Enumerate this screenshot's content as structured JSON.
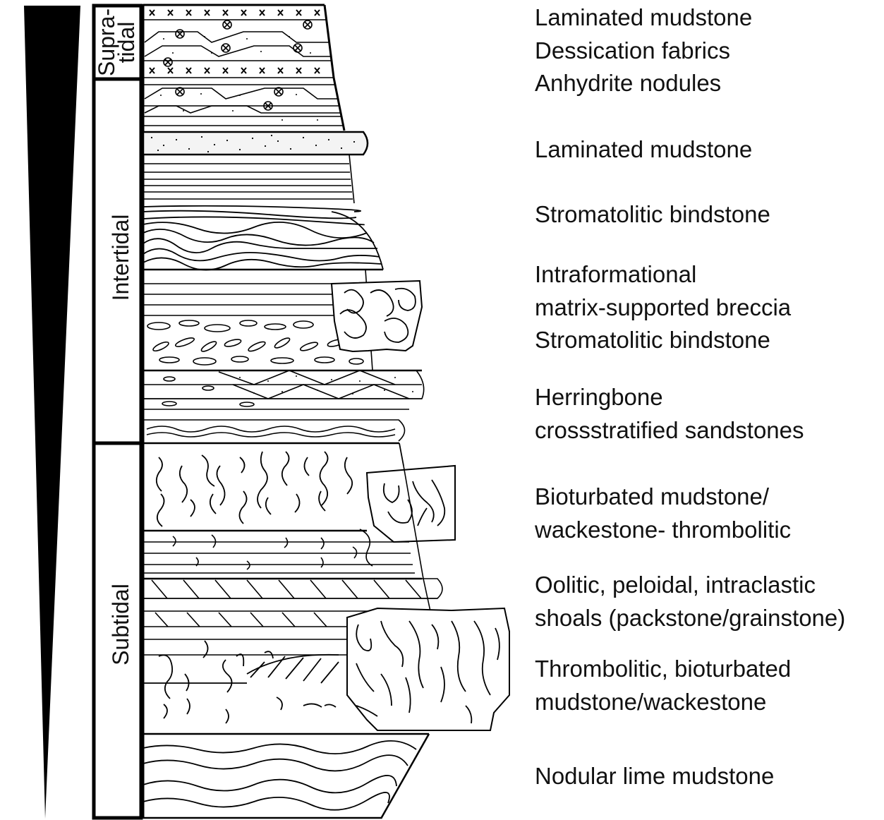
{
  "zones": {
    "supratidal": [
      "Supra-",
      "tidal"
    ],
    "intertidal": "Intertidal",
    "subtidal": "Subtidal"
  },
  "labels": [
    [
      "Laminated mudstone",
      "Dessication fabrics",
      "Anhydrite nodules"
    ],
    [
      "Laminated mudstone"
    ],
    [
      "Stromatolitic bindstone"
    ],
    [
      "Intraformational",
      "matrix-supported breccia",
      "Stromatolitic bindstone"
    ],
    [
      "Herringbone",
      "crossstratified sandstones"
    ],
    [
      "Bioturbated mudstone/",
      "wackestone- thrombolitic"
    ],
    [
      "Oolitic, peloidal, intraclastic",
      "shoals (packstone/grainstone)"
    ],
    [
      "Thrombolitic, bioturbated",
      "mudstone/wackestone"
    ],
    [
      "Nodular lime mudstone"
    ]
  ]
}
